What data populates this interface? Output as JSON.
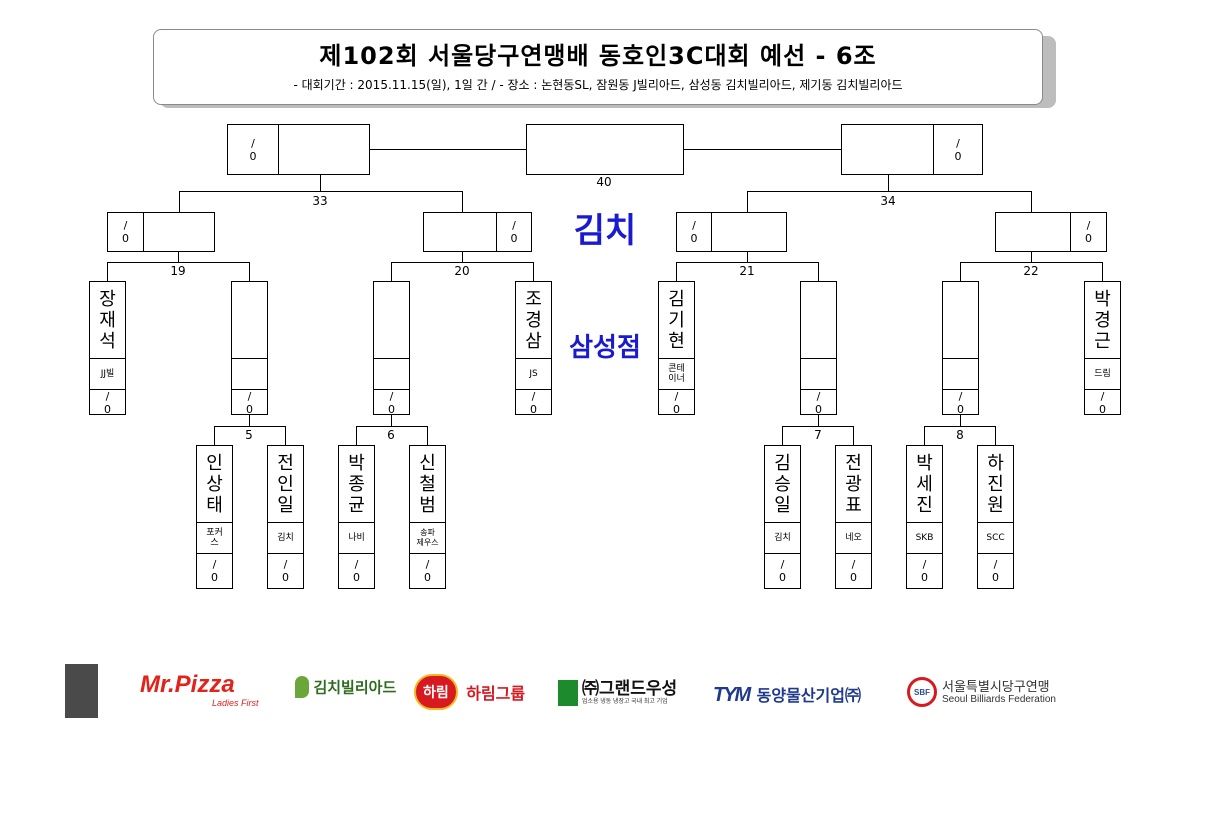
{
  "header": {
    "title": "제102회 서울당구연맹배 동호인3C대회 예선 - 6조",
    "subtitle": "- 대회기간 : 2015.11.15(일), 1일 간 / - 장소 : 논현동SL, 잠원동 J빌리아드, 삼성동 김치빌리아드, 제기동 김치빌리아드"
  },
  "venue": {
    "line1": "김치",
    "line2": "삼성점"
  },
  "score_placeholder": {
    "slash": "/",
    "zero": "0"
  },
  "match_numbers": {
    "m5": "5",
    "m6": "6",
    "m7": "7",
    "m8": "8",
    "m19": "19",
    "m20": "20",
    "m21": "21",
    "m22": "22",
    "m33": "33",
    "m34": "34",
    "m40": "40"
  },
  "players": {
    "p1": {
      "name": [
        "장",
        "재",
        "석"
      ],
      "club": "JJ빌"
    },
    "p2": {
      "name": [
        "조",
        "경",
        "삼"
      ],
      "club": "JS"
    },
    "p3": {
      "name": [
        "김",
        "기",
        "현"
      ],
      "club": "콘테\n이너"
    },
    "p4": {
      "name": [
        "박",
        "경",
        "근"
      ],
      "club": "드림"
    },
    "p5": {
      "name": [
        "인",
        "상",
        "태"
      ],
      "club": "포커\n스"
    },
    "p6": {
      "name": [
        "전",
        "인",
        "일"
      ],
      "club": "김치"
    },
    "p7": {
      "name": [
        "박",
        "종",
        "균"
      ],
      "club": "나비"
    },
    "p8": {
      "name": [
        "신",
        "철",
        "범"
      ],
      "club": "송파\n제우스"
    },
    "p9": {
      "name": [
        "김",
        "승",
        "일"
      ],
      "club": "김치"
    },
    "p10": {
      "name": [
        "전",
        "광",
        "표"
      ],
      "club": "네오"
    },
    "p11": {
      "name": [
        "박",
        "세",
        "진"
      ],
      "club": "SKB"
    },
    "p12": {
      "name": [
        "하",
        "진",
        "원"
      ],
      "club": "SCC"
    }
  },
  "sponsors": {
    "mrpizza": {
      "name": "Mr.Pizza",
      "tagline": "Ladies First"
    },
    "kimchi": {
      "name": "김치빌리아드"
    },
    "harim": {
      "badge": "하림",
      "name": "하림그룹"
    },
    "grand": {
      "name": "㈜그랜드우성",
      "tagline": "업소용 냉동 냉장고 국내 최고 기업"
    },
    "dongyang": {
      "mark": "TYM",
      "name": "동양물산기업㈜"
    },
    "sbf": {
      "badge": "SBF",
      "name": "서울특별시당구연맹",
      "english": "Seoul Billiards Federation"
    }
  },
  "colors": {
    "venue": "#1a1ad0",
    "mrpizza": "#e2231a",
    "harim": "#d71920",
    "grand": "#1e8a2e",
    "dongyang": "#1f3a8a",
    "sbf": "#2b4c9a"
  }
}
